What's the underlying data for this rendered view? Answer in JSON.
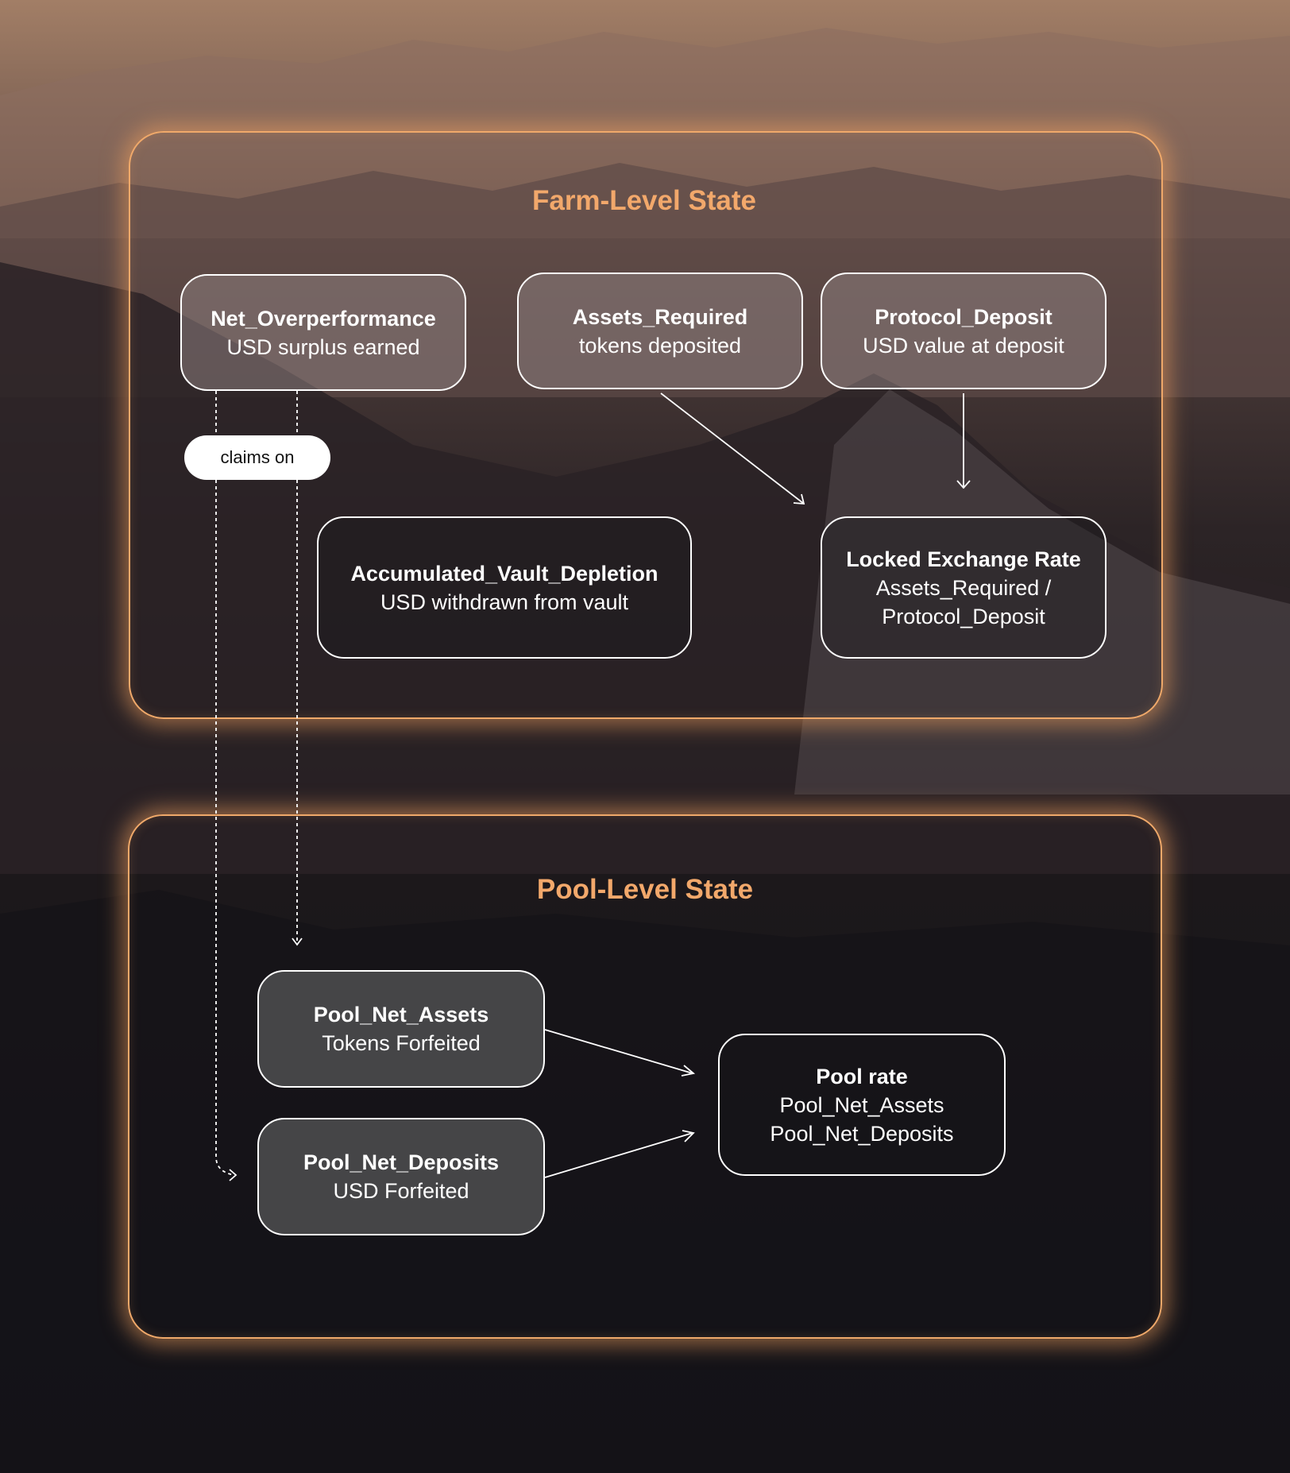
{
  "farm": {
    "title": "Farm-Level State",
    "net_overperformance": {
      "title": "Net_Overperformance",
      "sub": "USD surplus earned"
    },
    "assets_required": {
      "title": "Assets_Required",
      "sub": "tokens deposited"
    },
    "protocol_deposit": {
      "title": "Protocol_Deposit",
      "sub": "USD value at deposit"
    },
    "vault_depletion": {
      "title": "Accumulated_Vault_Depletion",
      "sub": "USD withdrawn from vault"
    },
    "locked_rate": {
      "title": "Locked Exchange Rate",
      "line1": "Assets_Required /",
      "line2": "Protocol_Deposit"
    }
  },
  "claims_label": "claims on",
  "pool": {
    "title": "Pool-Level State",
    "net_assets": {
      "title": "Pool_Net_Assets",
      "sub": "Tokens Forfeited"
    },
    "net_deposits": {
      "title": "Pool_Net_Deposits",
      "sub": "USD Forfeited"
    },
    "pool_rate": {
      "title": "Pool rate",
      "line1": "Pool_Net_Assets",
      "line2": "Pool_Net_Deposits"
    }
  },
  "colors": {
    "accent": "#f2a86b",
    "node_border": "#ffffff"
  }
}
